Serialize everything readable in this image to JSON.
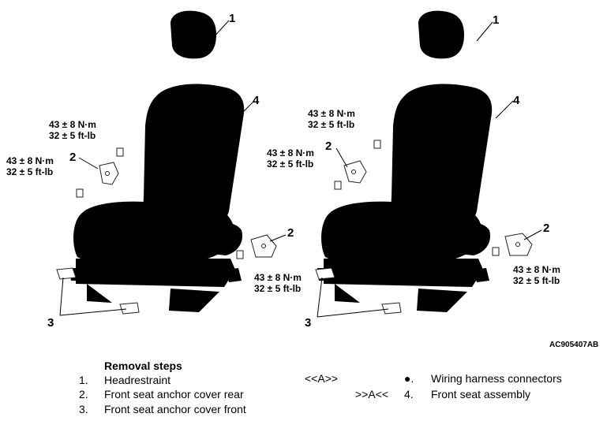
{
  "figure_code": "AC905407AB",
  "torque": {
    "metric": "43 ± 8 N·m",
    "imperial": "32 ± 5 ft-lb"
  },
  "callout_numbers": [
    "1",
    "2",
    "3",
    "4"
  ],
  "removal_steps": {
    "heading": "Removal steps",
    "steps": [
      {
        "num": "1.",
        "text": "Headrestraint",
        "marker": ""
      },
      {
        "num": "2.",
        "text": "Front seat anchor cover rear",
        "marker": ""
      },
      {
        "num": "3.",
        "text": "Front seat anchor cover front",
        "marker": ""
      },
      {
        "num": "●.",
        "text": "Wiring harness connectors",
        "marker": "<<A>>"
      },
      {
        "num": "4.",
        "text": "Front seat assembly",
        "marker": ">>A<<"
      }
    ]
  }
}
